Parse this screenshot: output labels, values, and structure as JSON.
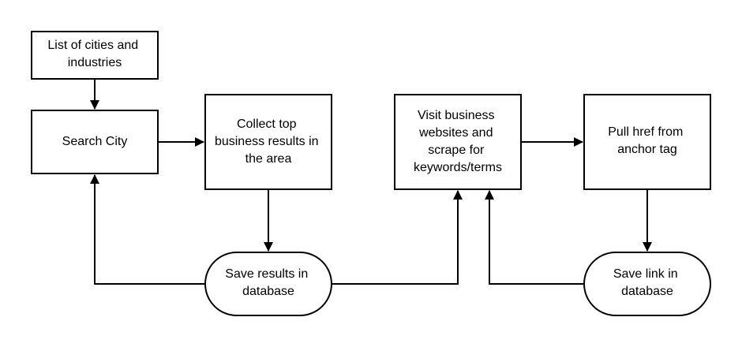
{
  "nodes": {
    "list_cities": {
      "lines": [
        "List of cities and",
        "industries"
      ]
    },
    "search_city": {
      "lines": [
        "Search City"
      ]
    },
    "collect_results": {
      "lines": [
        "Collect top",
        "business results in",
        "the area"
      ]
    },
    "save_results": {
      "lines": [
        "Save results in",
        "database"
      ]
    },
    "visit_websites": {
      "lines": [
        "Visit business",
        "websites and",
        "scrape for",
        "keywords/terms"
      ]
    },
    "pull_href": {
      "lines": [
        "Pull href from",
        "anchor tag"
      ]
    },
    "save_link": {
      "lines": [
        "Save link in",
        "database"
      ]
    }
  },
  "colors": {
    "stroke": "#000000",
    "fill": "#ffffff",
    "text": "#000000"
  }
}
